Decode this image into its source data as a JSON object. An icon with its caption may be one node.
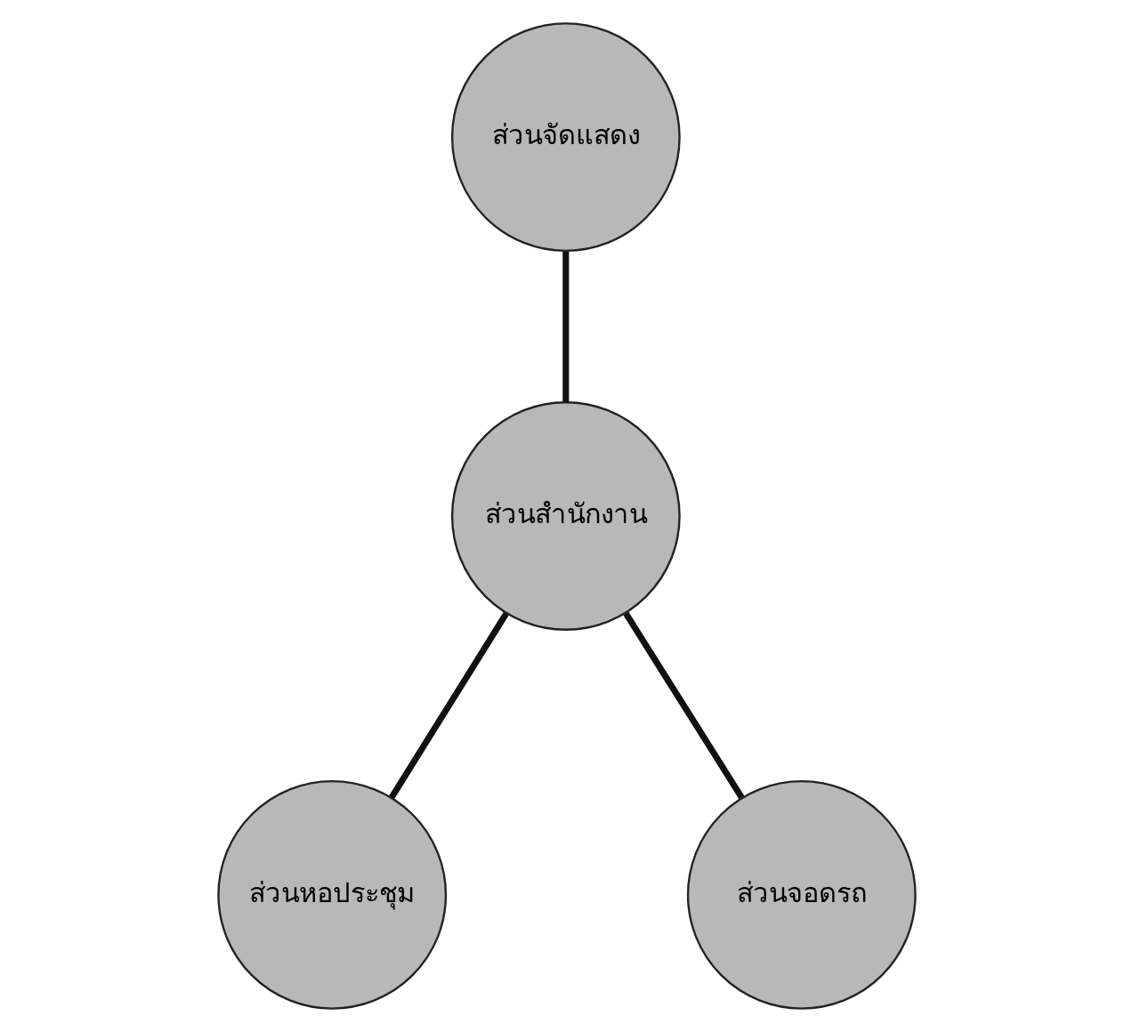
{
  "diagram": {
    "nodes": [
      {
        "text": [
          "ส่วนจัดแสดง"
        ]
      },
      {
        "text": [
          "ส่วนสำนักงาน"
        ]
      },
      {
        "text": [
          "ส่วนหอประชุม"
        ]
      },
      {
        "text": [
          "ส่วนจอดรถ"
        ]
      }
    ],
    "edges": [
      {
        "from": 0,
        "to": 1,
        "arrow": "none"
      },
      {
        "from": 1,
        "to": 2,
        "arrow": "none"
      },
      {
        "from": 1,
        "to": 3,
        "arrow": "none"
      }
    ]
  }
}
